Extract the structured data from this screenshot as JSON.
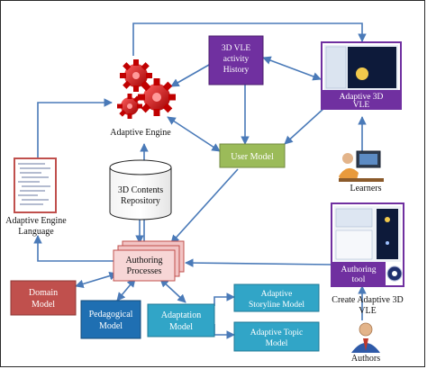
{
  "nodes": {
    "vle_history": {
      "label_lines": [
        "3D VLE",
        "activity",
        "History"
      ]
    },
    "adaptive_engine": {
      "label": "Adaptive Engine"
    },
    "adaptive_vle": {
      "label_lines": [
        "Adaptive 3D",
        "VLE"
      ]
    },
    "user_model": {
      "label": "User Model"
    },
    "learners": {
      "label": "Learners"
    },
    "contents_repo": {
      "label_lines": [
        "3D Contents",
        "Repository"
      ]
    },
    "engine_language": {
      "label_lines": [
        "Adaptive Engine",
        "Language"
      ]
    },
    "authoring_processes": {
      "label_lines": [
        "Authoring",
        "Processes"
      ]
    },
    "authoring_tool": {
      "label_lines": [
        "Authoring",
        "tool"
      ]
    },
    "domain_model": {
      "label_lines": [
        "Domain",
        "Model"
      ]
    },
    "pedagogical_model": {
      "label_lines": [
        "Pedagogical",
        "Model"
      ]
    },
    "adaptation_model": {
      "label_lines": [
        "Adaptation",
        "Model"
      ]
    },
    "storyline_model": {
      "label_lines": [
        "Adaptive",
        "Storyline Model"
      ]
    },
    "topic_model": {
      "label_lines": [
        "Adaptive Topic",
        "Model"
      ]
    },
    "create_vle": {
      "label_lines": [
        "Create Adaptive 3D",
        "VLE"
      ]
    },
    "authors": {
      "label": "Authors"
    }
  },
  "icons": {
    "gears": "gears-icon",
    "learner": "learner-at-computer-icon",
    "author": "author-person-icon",
    "database": "database-cylinder-icon"
  },
  "colors": {
    "purple": "#7030a0",
    "green": "#9bbb59",
    "red": "#c0504d",
    "blue": "#1f6fb2",
    "cyan": "#31a5c7",
    "arrow": "#4a7ab8",
    "pink": "#f2c4c4"
  }
}
